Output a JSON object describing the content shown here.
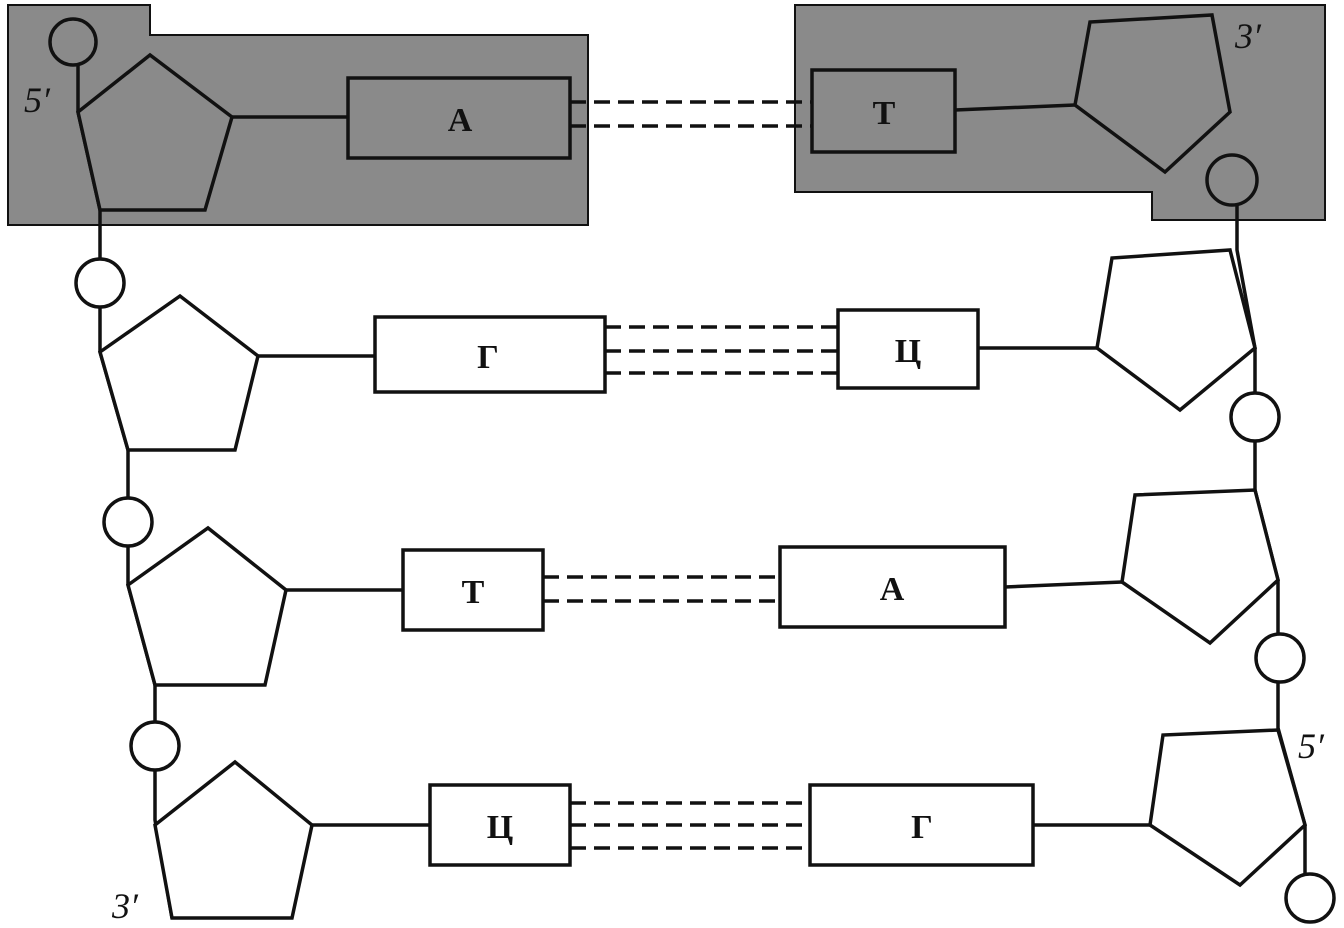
{
  "colors": {
    "ink": "#111111",
    "background": "#ffffff",
    "highlight": "#8a8a8a"
  },
  "labels": {
    "end_5_top_left": "5′",
    "end_3_top_right": "3′",
    "end_3_bottom_left": "3′",
    "end_5_bottom_right": "5′"
  },
  "pairs": [
    {
      "left": "А",
      "right": "Т",
      "hydrogen_bonds": 2,
      "highlighted": true
    },
    {
      "left": "Г",
      "right": "Ц",
      "hydrogen_bonds": 3,
      "highlighted": false
    },
    {
      "left": "Т",
      "right": "А",
      "hydrogen_bonds": 2,
      "highlighted": false
    },
    {
      "left": "Ц",
      "right": "Г",
      "hydrogen_bonds": 3,
      "highlighted": false
    }
  ]
}
